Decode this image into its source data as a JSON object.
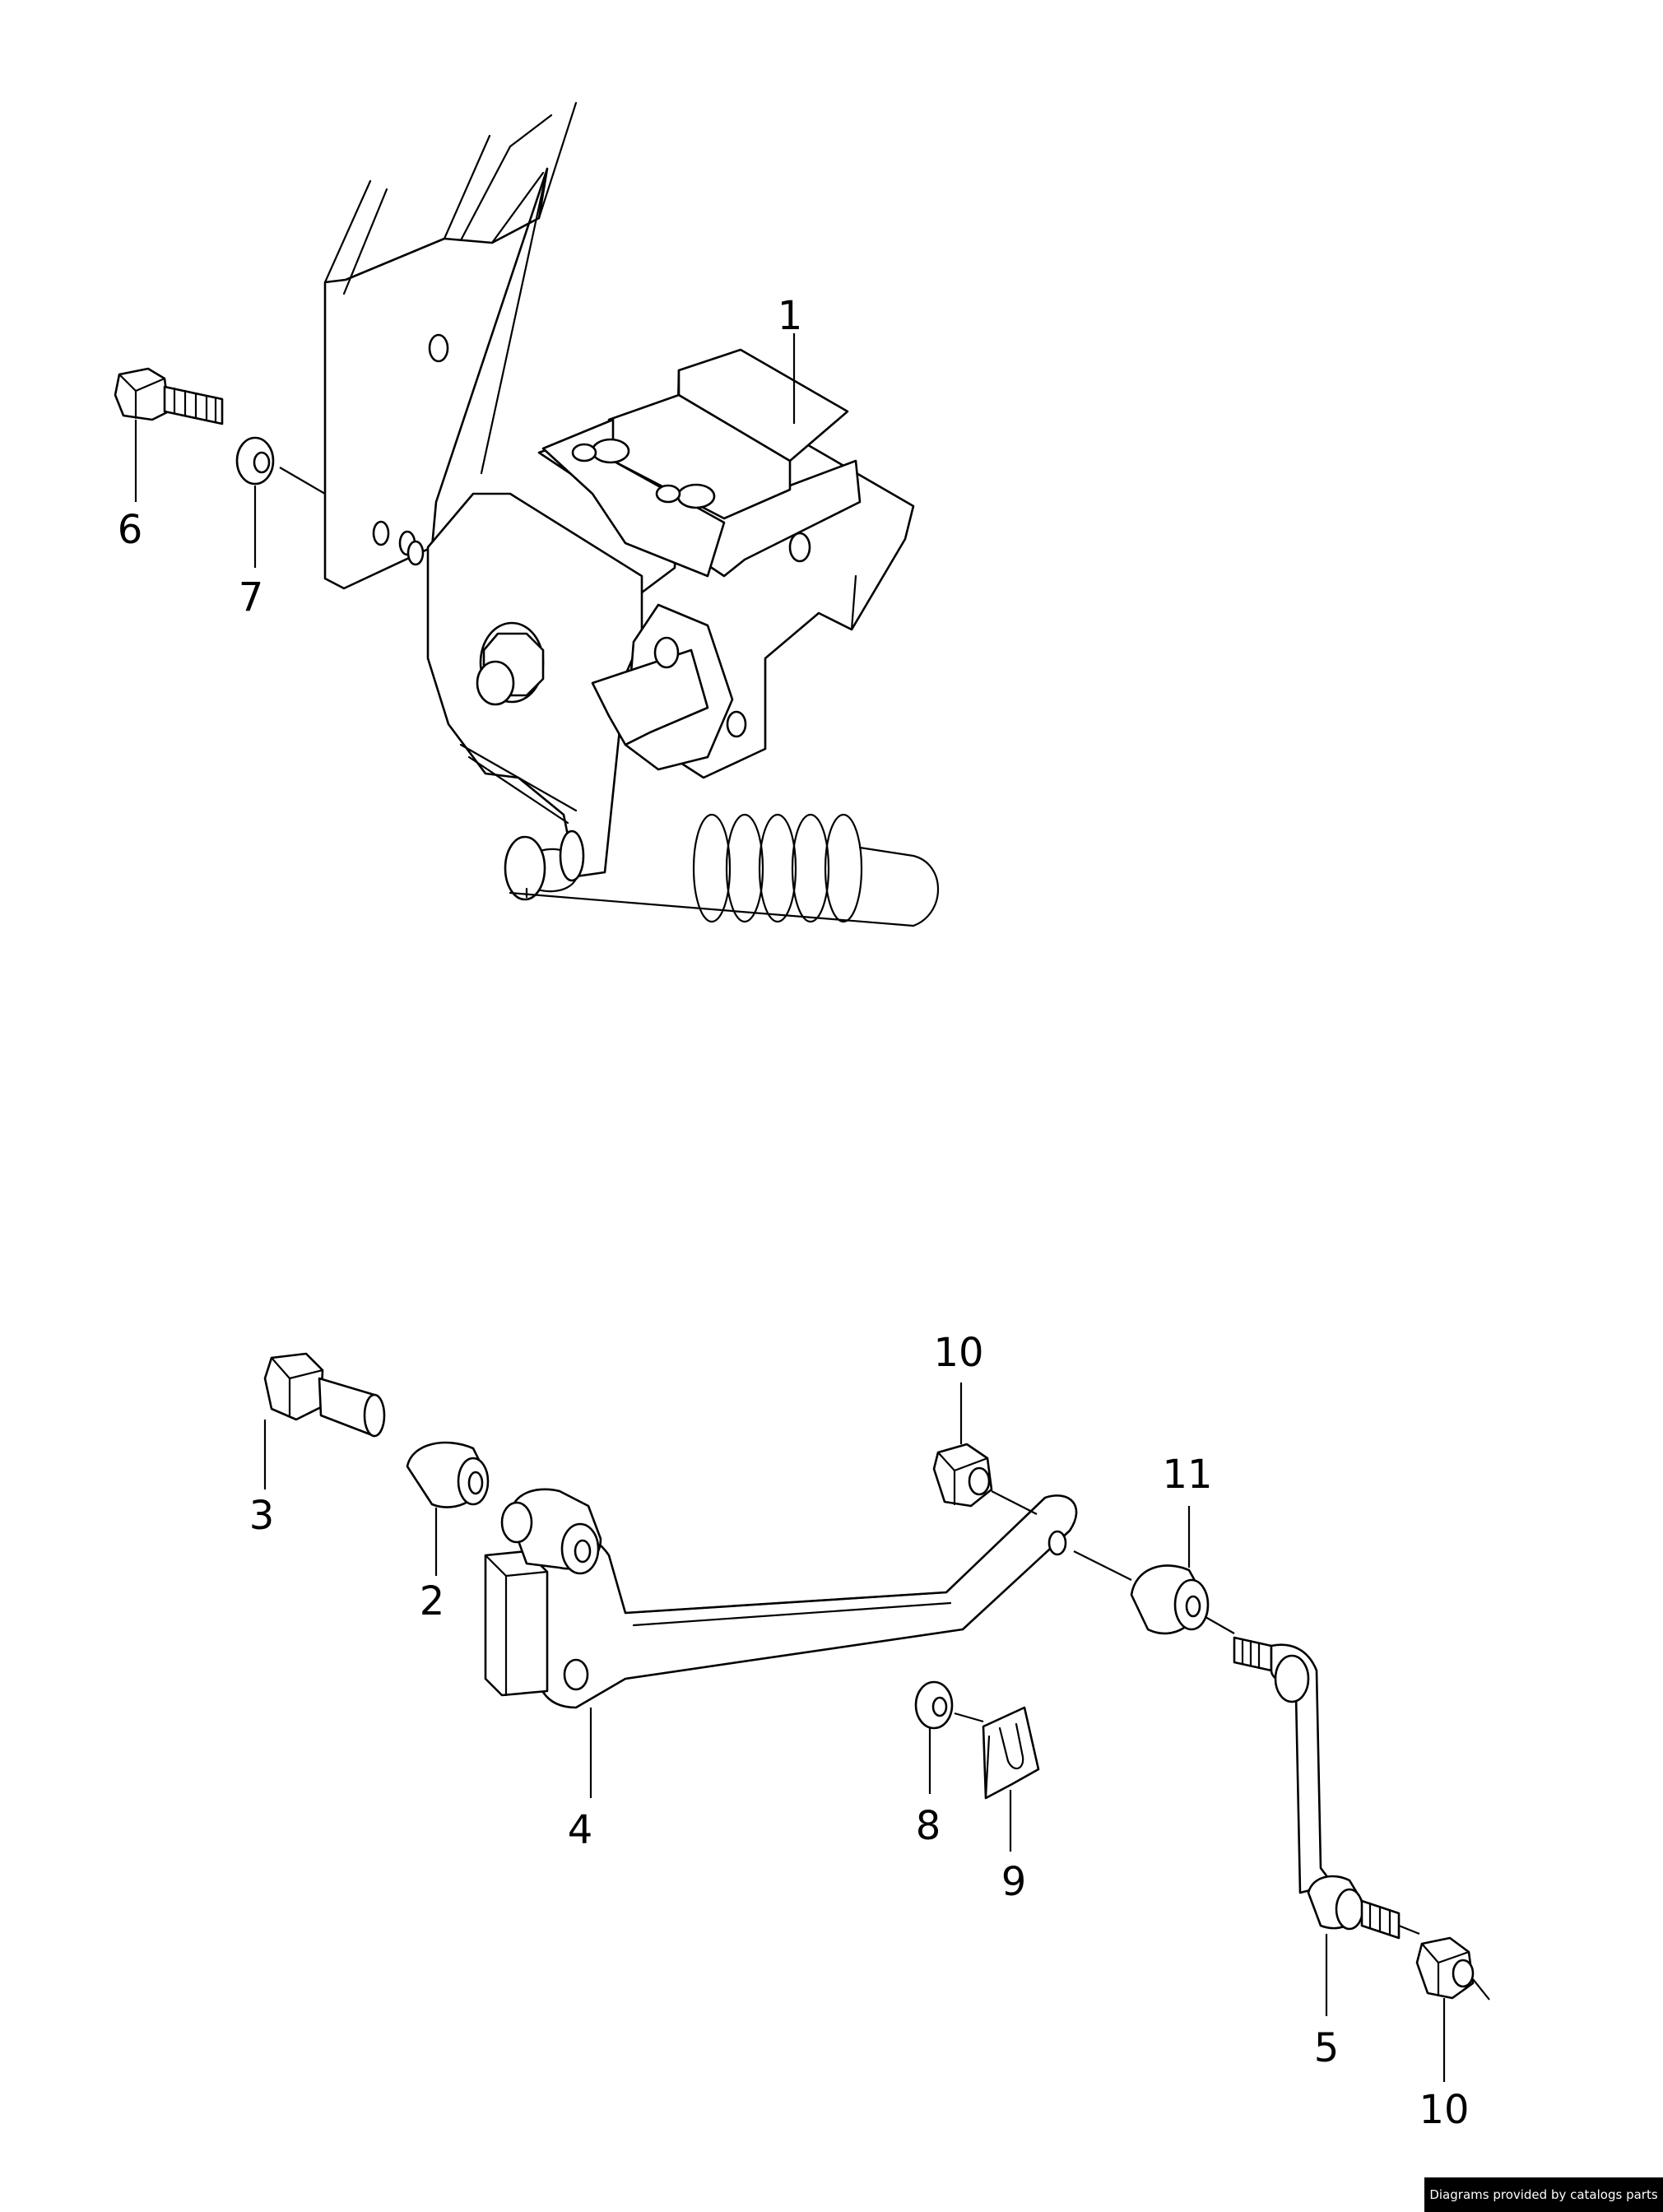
{
  "callouts": {
    "p1": "1",
    "p2": "2",
    "p3": "3",
    "p4": "4",
    "p5": "5",
    "p6": "6",
    "p7": "7",
    "p8": "8",
    "p9": "9",
    "p10_top": "10",
    "p10_bottom": "10",
    "p11": "11"
  },
  "footer": {
    "credit": "Diagrams provided by catalogs parts"
  }
}
